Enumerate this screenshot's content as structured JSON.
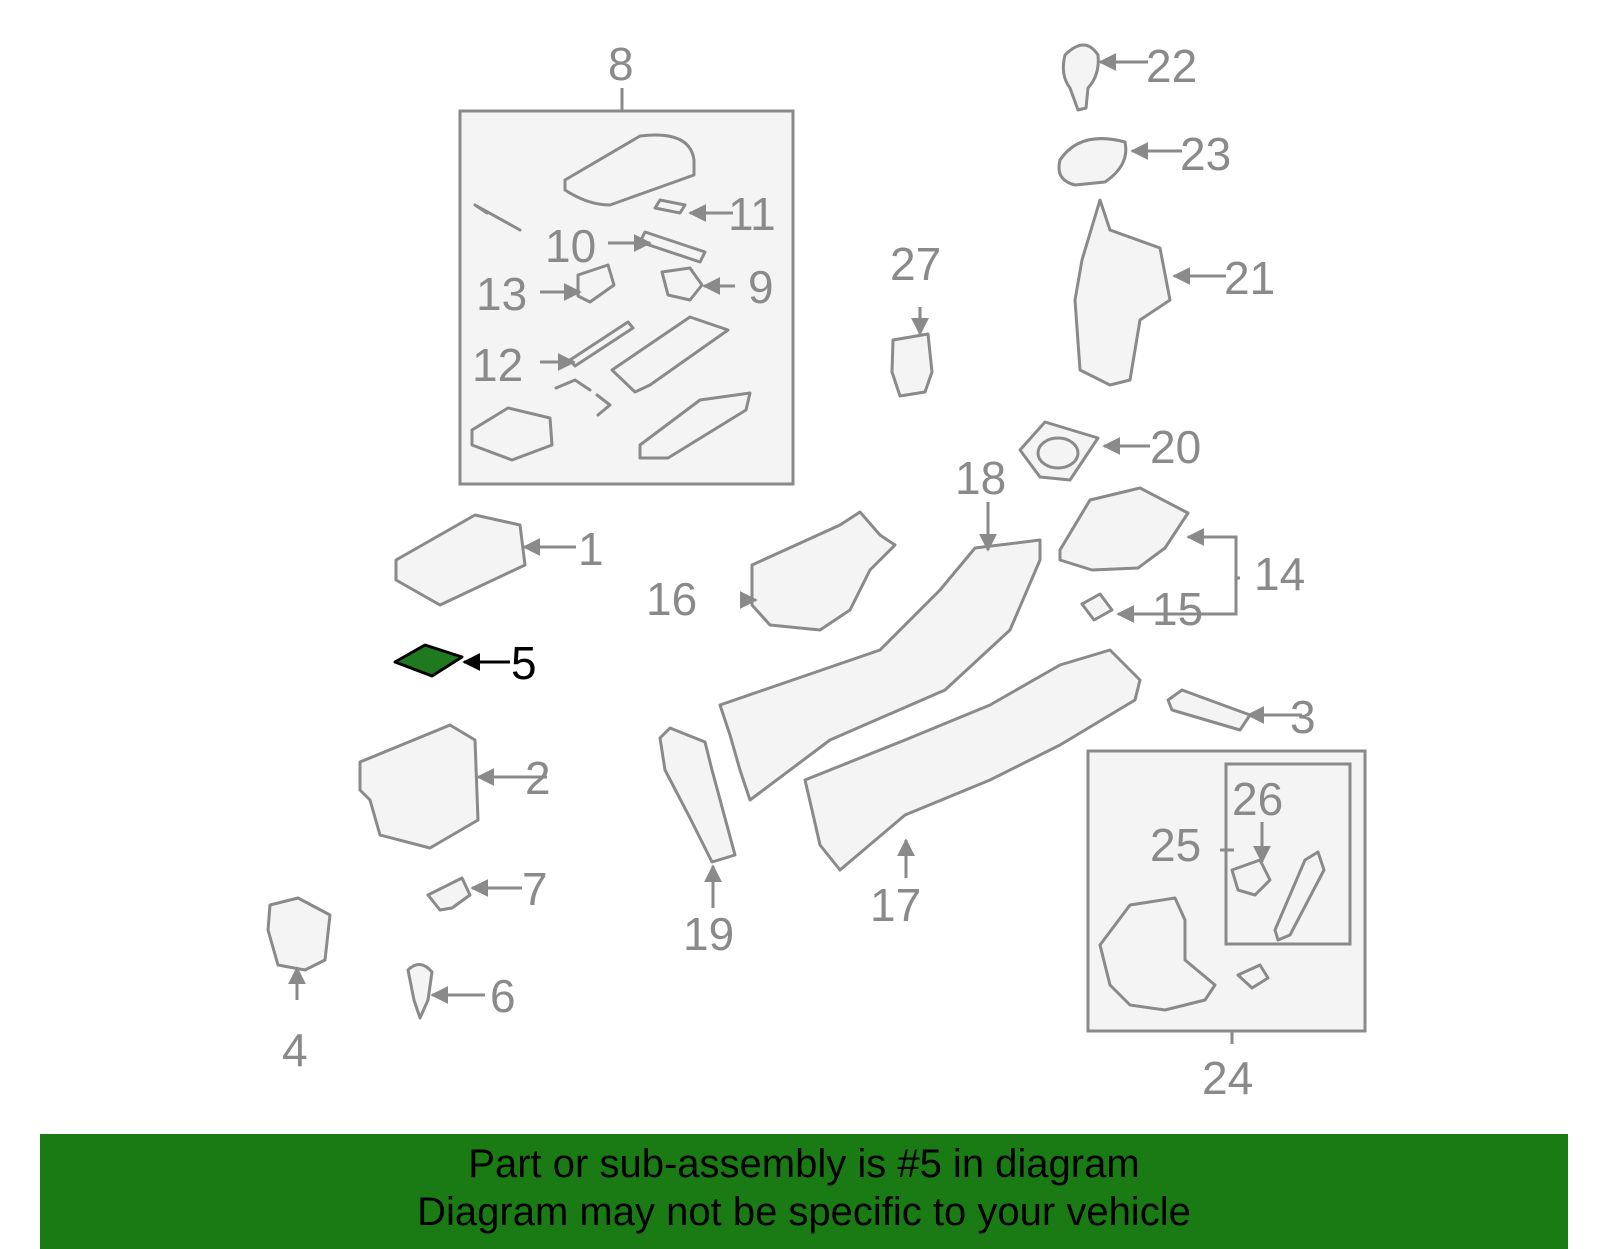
{
  "diagram": {
    "highlight_color": "#1a7a14",
    "highlighted_part": "5",
    "callouts": {
      "c1": "1",
      "c2": "2",
      "c3": "3",
      "c4": "4",
      "c5": "5",
      "c6": "6",
      "c7": "7",
      "c8": "8",
      "c9": "9",
      "c10": "10",
      "c11": "11",
      "c12": "12",
      "c13": "13",
      "c14": "14",
      "c15": "15",
      "c16": "16",
      "c17": "17",
      "c18": "18",
      "c19": "19",
      "c20": "20",
      "c21": "21",
      "c22": "22",
      "c23": "23",
      "c24": "24",
      "c25": "25",
      "c26": "26",
      "c27": "27"
    }
  },
  "banner": {
    "line1": "Part or sub-assembly is #5 in diagram",
    "line2": "Diagram may not be specific to your vehicle"
  }
}
